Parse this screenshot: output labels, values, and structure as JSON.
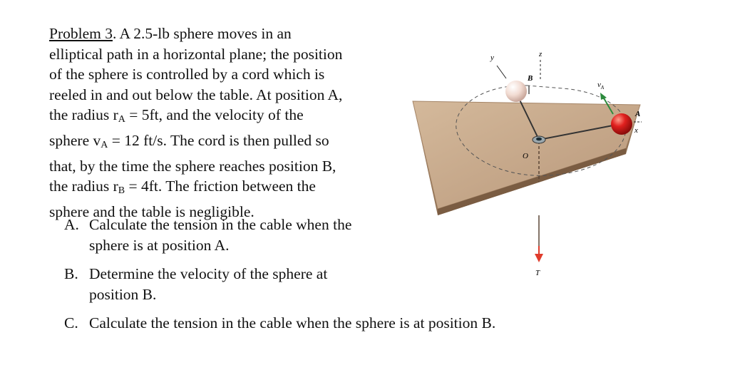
{
  "problem": {
    "label": "Problem 3",
    "lines": [
      ". A 2.5-lb sphere moves in an",
      "elliptical path in a horizontal plane; the position",
      "of the sphere is controlled by a cord which is",
      "reeled in and out below the table. At position A,",
      "the radius ",
      "sphere ",
      "that, by the time the sphere reaches position B,",
      "the radius ",
      "sphere and the table is negligible."
    ],
    "r": "r",
    "v": "v",
    "sub_a": "A",
    "sub_b": "B",
    "ra_value": " = 5ft, and the velocity of the",
    "va_value": " = 12 ft/s. The cord is then pulled so",
    "rb_value": " = 4ft. The friction between the"
  },
  "questions": [
    {
      "letter": "A.",
      "lines": [
        "Calculate the tension in the cable when the",
        "sphere is at position A."
      ]
    },
    {
      "letter": "B.",
      "lines": [
        "Determine the velocity of the sphere at",
        "position B."
      ]
    },
    {
      "letter": "C.",
      "lines": [
        "Calculate the tension in the cable when the sphere is at position B."
      ]
    }
  ],
  "figure": {
    "label_y": "y",
    "label_z": "z",
    "label_b": "B",
    "label_va": "v",
    "label_va_sub": "A",
    "label_a": "A",
    "label_x": "x",
    "label_o": "O",
    "label_t": "T",
    "colors": {
      "table_top": "#c7a98a",
      "table_side": "#8f6f52",
      "sphere_a": "#e0201e",
      "sphere_b": "#f2dcd3",
      "arrow": "#e03c2c",
      "velocity_arrow": "#2c8a3c"
    }
  }
}
